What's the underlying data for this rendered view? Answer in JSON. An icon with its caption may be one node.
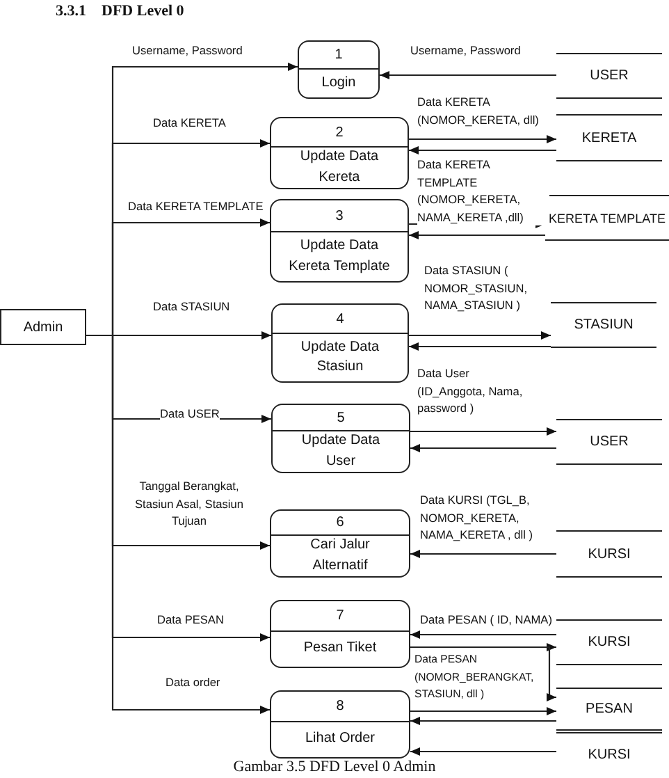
{
  "diagram": {
    "title": "3.3.1    DFD Level 0",
    "caption": "Gambar 3.5 DFD Level 0 Admin",
    "nodes": [
      {
        "text": [
          "1",
          "Login"
        ]
      },
      {
        "text": [
          "USER"
        ]
      },
      {
        "text": [
          "2",
          "Update Data Kereta"
        ]
      },
      {
        "text": [
          "KERETA"
        ]
      },
      {
        "text": [
          "3",
          "Update Data Kereta Template"
        ]
      },
      {
        "text": [
          "KERETA TEMPLATE"
        ]
      },
      {
        "text": [
          "Admin"
        ]
      },
      {
        "text": [
          "4",
          "Update Data Stasiun"
        ]
      },
      {
        "text": [
          "STASIUN"
        ]
      },
      {
        "text": [
          "5",
          "Update Data User"
        ]
      },
      {
        "text": [
          "USER"
        ]
      },
      {
        "text": [
          "6",
          "Cari Jalur Alternatif"
        ]
      },
      {
        "text": [
          "KURSI"
        ]
      },
      {
        "text": [
          "7",
          "Pesan Tiket"
        ]
      },
      {
        "text": [
          "KURSI"
        ]
      },
      {
        "text": [
          "8",
          "Lihat Order"
        ]
      },
      {
        "text": [
          "PESAN"
        ]
      },
      {
        "text": [
          "KURSI"
        ]
      }
    ],
    "edges": [
      {
        "from": 6,
        "to": 0,
        "arrow": "to",
        "label": "Username, Password"
      },
      {
        "from": 1,
        "to": 0,
        "arrow": "to",
        "label": "Username, Password"
      },
      {
        "from": 6,
        "to": 2,
        "arrow": "to",
        "label": "Data KERETA"
      },
      {
        "from": 2,
        "to": 3,
        "arrow": "to",
        "label": "Data KERETA (NOMOR_KERETA, dll)"
      },
      {
        "from": 3,
        "to": 2,
        "arrow": "to"
      },
      {
        "from": 6,
        "to": 4,
        "arrow": "to",
        "label": "Data KERETA TEMPLATE"
      },
      {
        "from": 4,
        "to": 5,
        "arrow": "to",
        "label": "Data KERETA TEMPLATE (NOMOR_KERETA, NAMA_KERETA ,dll)"
      },
      {
        "from": 5,
        "to": 4,
        "arrow": "to"
      },
      {
        "from": 6,
        "to": 7,
        "arrow": "to",
        "label": "Data STASIUN"
      },
      {
        "from": 7,
        "to": 8,
        "arrow": "to",
        "label": "Data STASIUN ( NOMOR_STASIUN, NAMA_STASIUN )"
      },
      {
        "from": 8,
        "to": 7,
        "arrow": "to"
      },
      {
        "from": 6,
        "to": 9,
        "arrow": "to",
        "label": "Data USER"
      },
      {
        "from": 9,
        "to": 10,
        "arrow": "to",
        "label": "Data User (ID_Anggota, Nama, password )"
      },
      {
        "from": 10,
        "to": 9,
        "arrow": "to"
      },
      {
        "from": 6,
        "to": 11,
        "arrow": "to",
        "label": "Tanggal Berangkat, Stasiun Asal, Stasiun Tujuan"
      },
      {
        "from": 12,
        "to": 11,
        "arrow": "to",
        "label": "Data KURSI (TGL_B, NOMOR_KERETA, NAMA_KERETA , dll )"
      },
      {
        "from": 6,
        "to": 13,
        "arrow": "to",
        "label": "Data PESAN"
      },
      {
        "from": 14,
        "to": 13,
        "arrow": "to",
        "label": "Data PESAN ( ID, NAMA)"
      },
      {
        "from": 13,
        "to": 14,
        "arrow": "to"
      },
      {
        "from": 13,
        "to": 16,
        "arrow": "to",
        "label": "Data PESAN (NOMOR_BERANGKAT, STASIUN, dll )"
      },
      {
        "from": 6,
        "to": 15,
        "arrow": "to",
        "label": "Data order"
      },
      {
        "from": 15,
        "to": 16,
        "arrow": "to"
      },
      {
        "from": 16,
        "to": 15,
        "arrow": "to"
      },
      {
        "from": 17,
        "to": 15,
        "arrow": "to"
      }
    ]
  }
}
